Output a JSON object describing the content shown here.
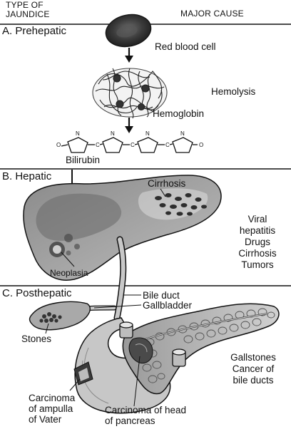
{
  "header": {
    "type_line1": "TYPE OF",
    "type_line2": "JAUNDICE",
    "major_cause": "MAJOR CAUSE"
  },
  "sections": {
    "prehepatic": "A. Prehepatic",
    "hepatic": "B. Hepatic",
    "posthepatic": "C. Posthepatic"
  },
  "labels": {
    "red_blood_cell": "Red blood cell",
    "hemolysis": "Hemolysis",
    "hemoglobin": "Hemoglobin",
    "bilirubin": "Bilirubin",
    "cirrhosis": "Cirrhosis",
    "neoplasia": "Neoplasia",
    "bile_duct": "Bile duct",
    "gallbladder": "Gallbladder",
    "stones": "Stones",
    "carcinoma_ampulla": [
      "Carcinoma",
      "of ampulla",
      "of Vater"
    ],
    "carcinoma_pancreas": [
      "Carcinoma of head",
      "of pancreas"
    ]
  },
  "molecule": {
    "atoms": [
      "O",
      "N",
      "C",
      "N",
      "C",
      "N",
      "C",
      "N",
      "O"
    ]
  },
  "causes": {
    "hepatic": [
      "Viral",
      "hepatitis",
      "Drugs",
      "Cirrhosis",
      "Tumors"
    ],
    "posthepatic": [
      "Gallstones",
      "Cancer of",
      "bile ducts"
    ]
  }
}
